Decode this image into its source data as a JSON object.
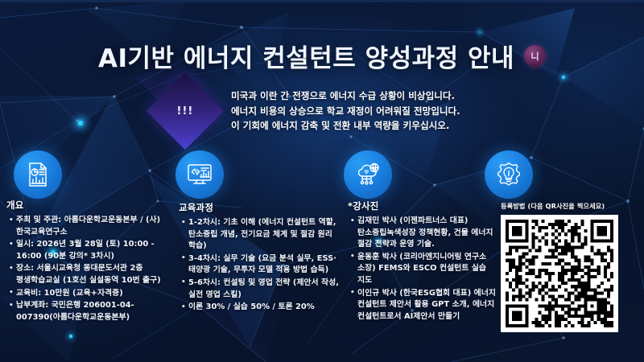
{
  "poster": {
    "title": "AI기반 에너지 컨설턴트 양성과정 안내",
    "badge_text": "니",
    "alert_marker": "!!!",
    "subtitle_lines": [
      "미국과 이란 간 전쟁으로 에너지 수급 상황이 비상입니다.",
      "에너지 비용의 상승으로 학교 재정이 어려워질 전망입니다.",
      "이 기회에 에너지 감축 및 전환 내부 역량을 키우십시오."
    ]
  },
  "icons": [
    {
      "name": "report-chart-icon",
      "label": "개요"
    },
    {
      "name": "monitor-code-icon",
      "label": "교육과정"
    },
    {
      "name": "cloud-network-icon",
      "label": ""
    },
    {
      "name": "lightbulb-gear-icon",
      "label": ""
    }
  ],
  "columns": {
    "overview": {
      "heading": "개요",
      "items": [
        "주최 및 주관: 아름다운학교운동본부 / (사)한국교육연구소",
        "일시: 2026년 3월 28일 (토) 10:00 - 16:00 (90분 강의* 3차시)",
        "장소: 서울시교육청 동대문도서관 2층 평생학습교실 (1호선 실설동역 10번 출구)",
        "교육비: 10만원 (교육+자격증)",
        "납부계좌: 국민은행 206001-04-007390(아름다운학교운동본부)"
      ]
    },
    "curriculum": {
      "heading": "교육과정",
      "items": [
        "1-2차시: 기초 이해 (에너지 컨설턴트 역할, 탄소중립 개념, 전기요금 체계 및 절감 원리 학습)",
        "3-4차시: 실무 기술 (요금 분석 실무, ESS·태양광 기술, 무투자 모델 적용 방법 습득)",
        "5-6차시: 컨설팅 및 영업 전략 (제안서 작성, 실전 영업 스킬)",
        "이론 30% / 실습 50% / 토론 20%"
      ]
    },
    "faculty": {
      "heading": "*강사진",
      "items": [
        "김재민 박사 (이젠파트너스 대표) 탄소중립녹색성장 정책현황, 건물 에너지 절감 전략과 운영 기술.",
        "윤동훈 박사 (코리아엔지니어링 연구소 소장) FEMS와 ESCO 컨설턴트 실습 지도",
        "이인규 박사 (한국ESG협회 대표) 에너지 컨설턴트 제안서 활용 GPT 소개, 에너지 컨설턴트로서 AI제안서 만들기"
      ]
    }
  },
  "registration": {
    "label": "등록방법 (다음 QR사진을 찍으세요)",
    "qr_name": "registration-qr-code"
  },
  "colors": {
    "background_navy": "#0a1733",
    "accent_blue": "#1a7fe0",
    "node_cyan": "#23c9f5",
    "diamond_purple": "#4e3fd0",
    "badge_maroon": "#5c2456",
    "text_white": "#ffffff"
  }
}
